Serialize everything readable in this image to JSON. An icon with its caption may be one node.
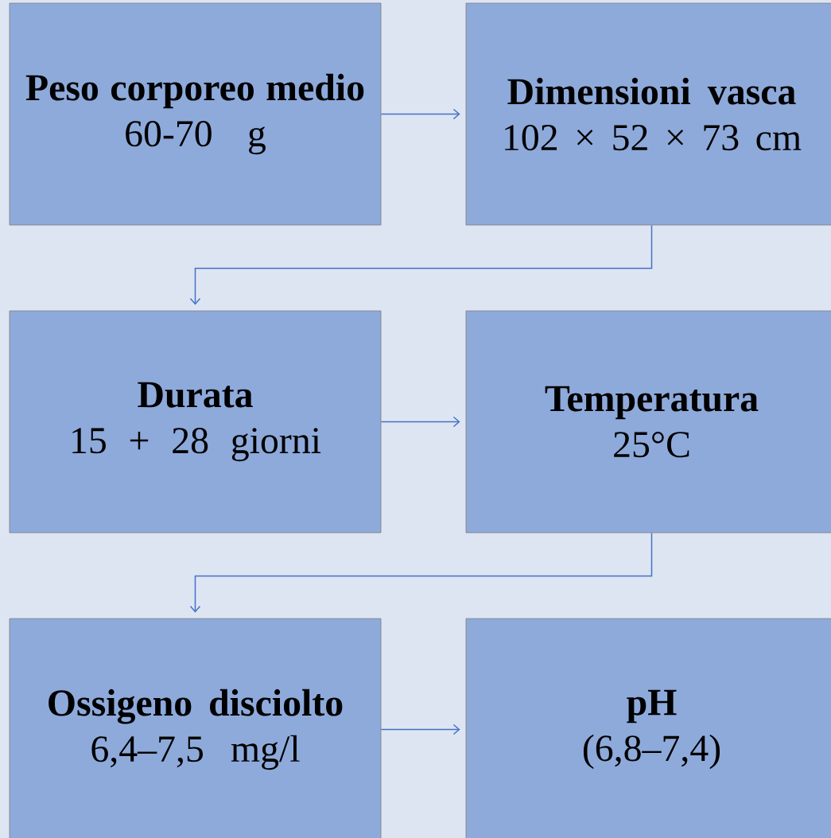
{
  "diagram": {
    "nodes": [
      {
        "text": [
          "Peso corporeo medio",
          "60-70 g"
        ]
      },
      {
        "text": [
          "Dimensioni vasca",
          "102 × 52 × 73 cm"
        ]
      },
      {
        "text": [
          "Durata",
          "15 + 28 giorni"
        ]
      },
      {
        "text": [
          "Temperatura",
          "25°C"
        ]
      },
      {
        "text": [
          "Ossigeno disciolto",
          "6,4–7,5 mg/l"
        ]
      },
      {
        "text": [
          "pH",
          "(6,8–7,4)"
        ]
      }
    ],
    "edges": [
      {
        "from": 0,
        "to": 1,
        "arrow": "to"
      },
      {
        "from": 1,
        "to": 2,
        "arrow": "to"
      },
      {
        "from": 2,
        "to": 3,
        "arrow": "to"
      },
      {
        "from": 3,
        "to": 4,
        "arrow": "to"
      },
      {
        "from": 4,
        "to": 5,
        "arrow": "to"
      }
    ]
  }
}
